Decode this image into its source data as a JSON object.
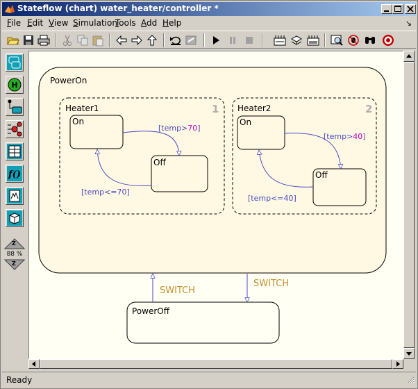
{
  "window": {
    "title": "Stateflow (chart) water_heater/controller *"
  },
  "menu": {
    "items": [
      {
        "label": "File",
        "mnemonic": "F"
      },
      {
        "label": "Edit",
        "mnemonic": "E"
      },
      {
        "label": "View",
        "mnemonic": "V"
      },
      {
        "label": "Simulation",
        "mnemonic": "S"
      },
      {
        "label": "Tools",
        "mnemonic": "T"
      },
      {
        "label": "Add",
        "mnemonic": "A"
      },
      {
        "label": "Help",
        "mnemonic": "H"
      }
    ],
    "dock_glyph": "↘"
  },
  "palette": {
    "zoom_level": "88 %",
    "zoom_in_glyph": "Z",
    "zoom_out_glyph": "Z"
  },
  "chart": {
    "states": {
      "power_on": "PowerOn",
      "heater1": "Heater1",
      "heater1_order": "1",
      "heater1_on": "On",
      "heater1_off": "Off",
      "heater2": "Heater2",
      "heater2_order": "2",
      "heater2_on": "On",
      "heater2_off": "Off",
      "power_off": "PowerOff"
    },
    "transitions": {
      "h1_on_to_off_pre": "[temp>",
      "h1_on_to_off_val": "70",
      "h1_on_to_off_post": "]",
      "h1_off_to_on": "[temp<=70]",
      "h2_on_to_off_pre": "[temp>",
      "h2_on_to_off_val": "40",
      "h2_on_to_off_post": "]",
      "h2_off_to_on": "[temp<=40]",
      "switch_up": "SWITCH",
      "switch_down": "SWITCH"
    },
    "colors": {
      "state_border": "#000000",
      "transition": "#4a4ac8",
      "label": "#4a4ac8",
      "number": "#c000c0",
      "event": "#c09030",
      "order": "#b0b0b0",
      "canvas_bg": "#fffff4",
      "powerOn_bg": "#fff8e2"
    }
  },
  "status": {
    "text": "Ready"
  }
}
